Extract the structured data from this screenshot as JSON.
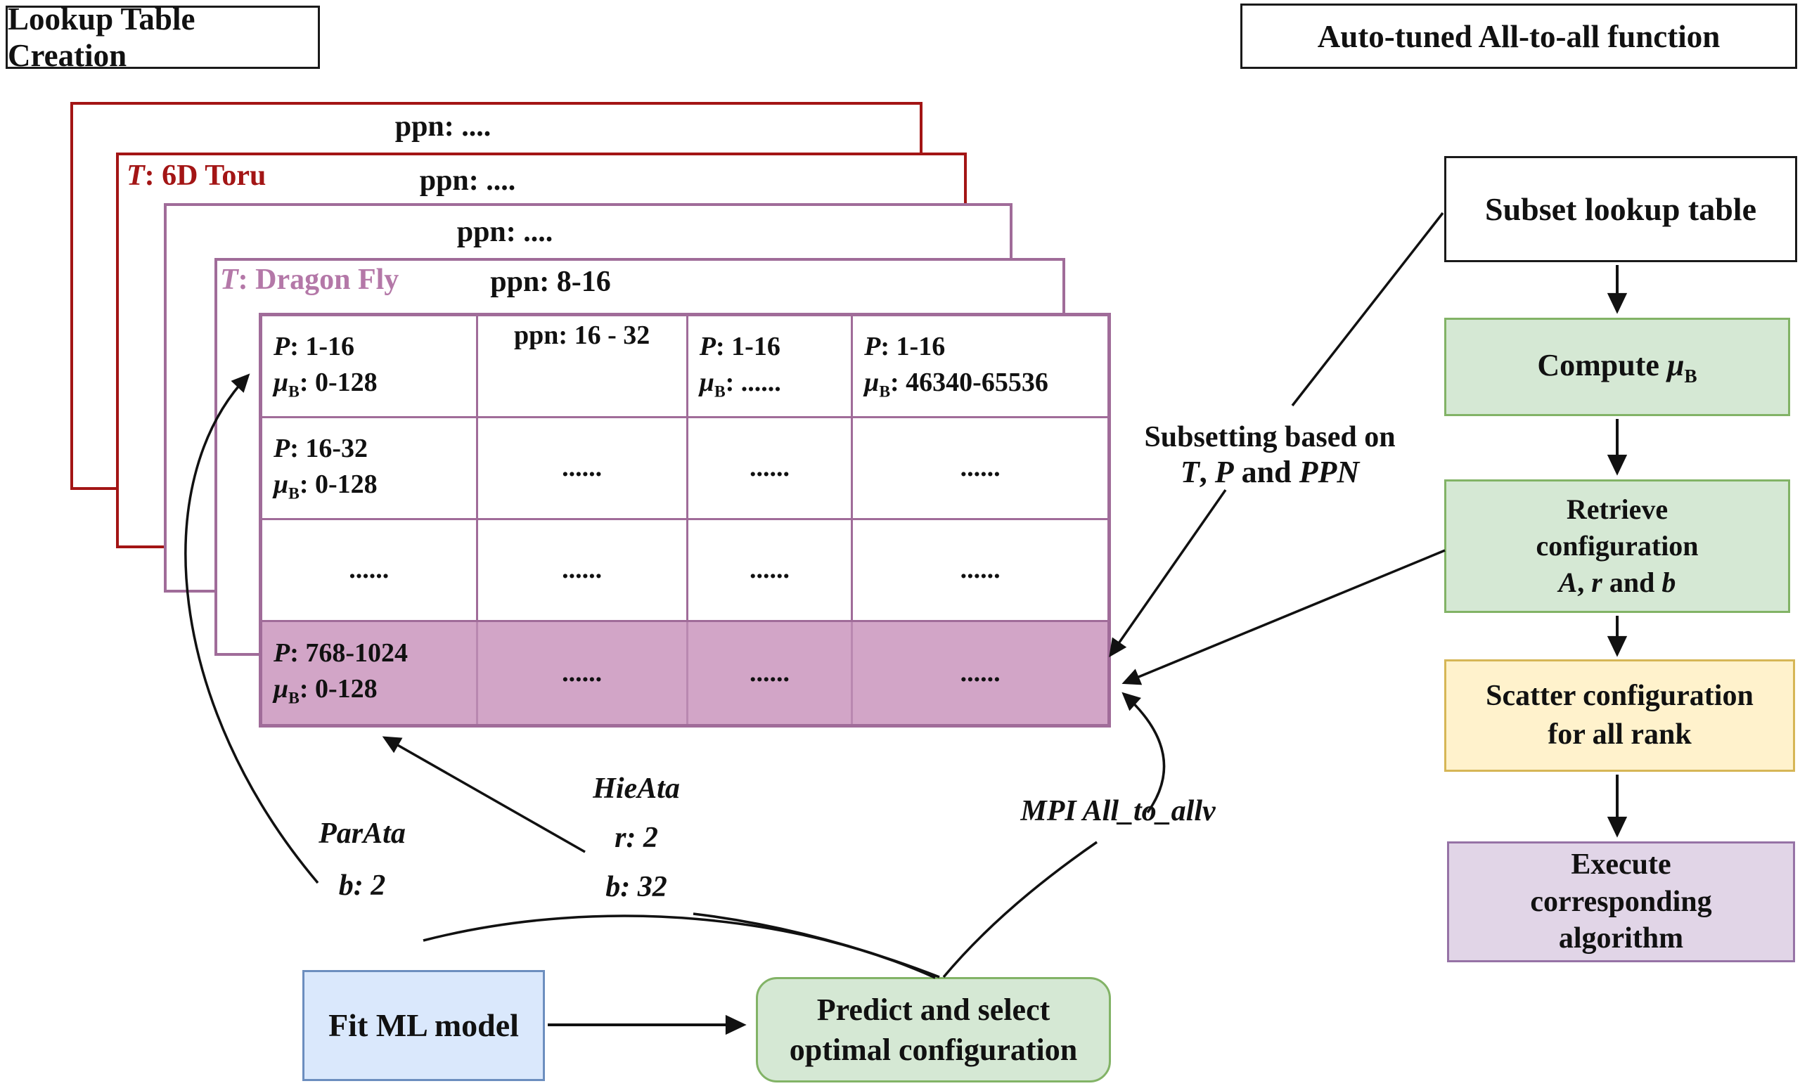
{
  "titles": {
    "left": "Lookup Table Creation",
    "right": "Auto-tuned All-to-all function"
  },
  "layer_stack": {
    "layer1_ppn": "ppn: ....",
    "layer2_topology_var": "T",
    "layer2_topology_rest": ": 6D Toru",
    "layer2_ppn": "ppn: ....",
    "layer3_ppn": "ppn: ....",
    "layer4_topology_var": "T",
    "layer4_topology_rest": ": Dragon Fly",
    "layer4_ppn": "ppn: 8-16"
  },
  "table": {
    "p_symbol": "P",
    "mu_symbol": "μ",
    "mu_subscript": "B",
    "dots": "......",
    "rows": [
      [
        {
          "type": "pv",
          "p": "1-16",
          "mu": "0-128"
        },
        {
          "type": "ppn",
          "text": "ppn: 16 - 32"
        },
        {
          "type": "pv",
          "p": "1-16",
          "mu": "......"
        },
        {
          "type": "pv",
          "p": "1-16",
          "mu": "46340-65536"
        }
      ],
      [
        {
          "type": "pv",
          "p": "16-32",
          "mu": "0-128"
        },
        {
          "type": "dots"
        },
        {
          "type": "dots"
        },
        {
          "type": "dots"
        }
      ],
      [
        {
          "type": "dots"
        },
        {
          "type": "dots"
        },
        {
          "type": "dots"
        },
        {
          "type": "dots"
        }
      ],
      [
        {
          "type": "pv",
          "p": "768-1024",
          "mu": "0-128"
        },
        {
          "type": "dots"
        },
        {
          "type": "dots"
        },
        {
          "type": "dots"
        }
      ]
    ],
    "highlighted_row_index": 3
  },
  "flow": {
    "subset_label": "Subset lookup table",
    "compute_parts": [
      {
        "t": "Compute ",
        "i": 0
      },
      {
        "t": "μ",
        "i": 1,
        "sub": "B"
      }
    ],
    "retrieve_lines": [
      "Retrieve",
      "configuration"
    ],
    "retrieve_line3_parts": [
      {
        "t": "A",
        "i": 1
      },
      {
        "t": ", ",
        "i": 0
      },
      {
        "t": "r",
        "i": 1
      },
      {
        "t": " and ",
        "i": 0
      },
      {
        "t": "b",
        "i": 1
      }
    ],
    "scatter_lines": [
      "Scatter configuration",
      "for all rank"
    ],
    "execute_lines": [
      "Execute",
      "corresponding",
      "algorithm"
    ]
  },
  "bottom": {
    "fit_label": "Fit ML model",
    "predict_lines": [
      "Predict and select",
      "optimal configuration"
    ]
  },
  "annotations": {
    "subsetting_line1": "Subsetting based on",
    "subsetting_line2_parts": [
      {
        "t": "T",
        "i": 1
      },
      {
        "t": ", ",
        "i": 0
      },
      {
        "t": "P",
        "i": 1
      },
      {
        "t": " and ",
        "i": 0
      },
      {
        "t": "PPN",
        "i": 1
      }
    ],
    "parata_name": "ParAta",
    "parata_param": "b: 2",
    "hieata_name": "HieAta",
    "hieata_param1": "r: 2",
    "hieata_param2": "b: 32",
    "mpi_label": "MPI All_to_allv"
  },
  "colors": {
    "dark_red_border": "#a31515",
    "plum_border": "#a06c99",
    "dragonfly_text": "#b478a8",
    "highlight_row_fill": "#d2a5c7",
    "green_fill": "#d5e8d4",
    "green_border": "#82b366",
    "yellow_fill": "#fff2cc",
    "yellow_border": "#d6b656",
    "purple_fill": "#e1d5e7",
    "purple_border": "#9673a6",
    "blue_fill": "#dae8fc",
    "blue_border": "#6c8ebf"
  }
}
